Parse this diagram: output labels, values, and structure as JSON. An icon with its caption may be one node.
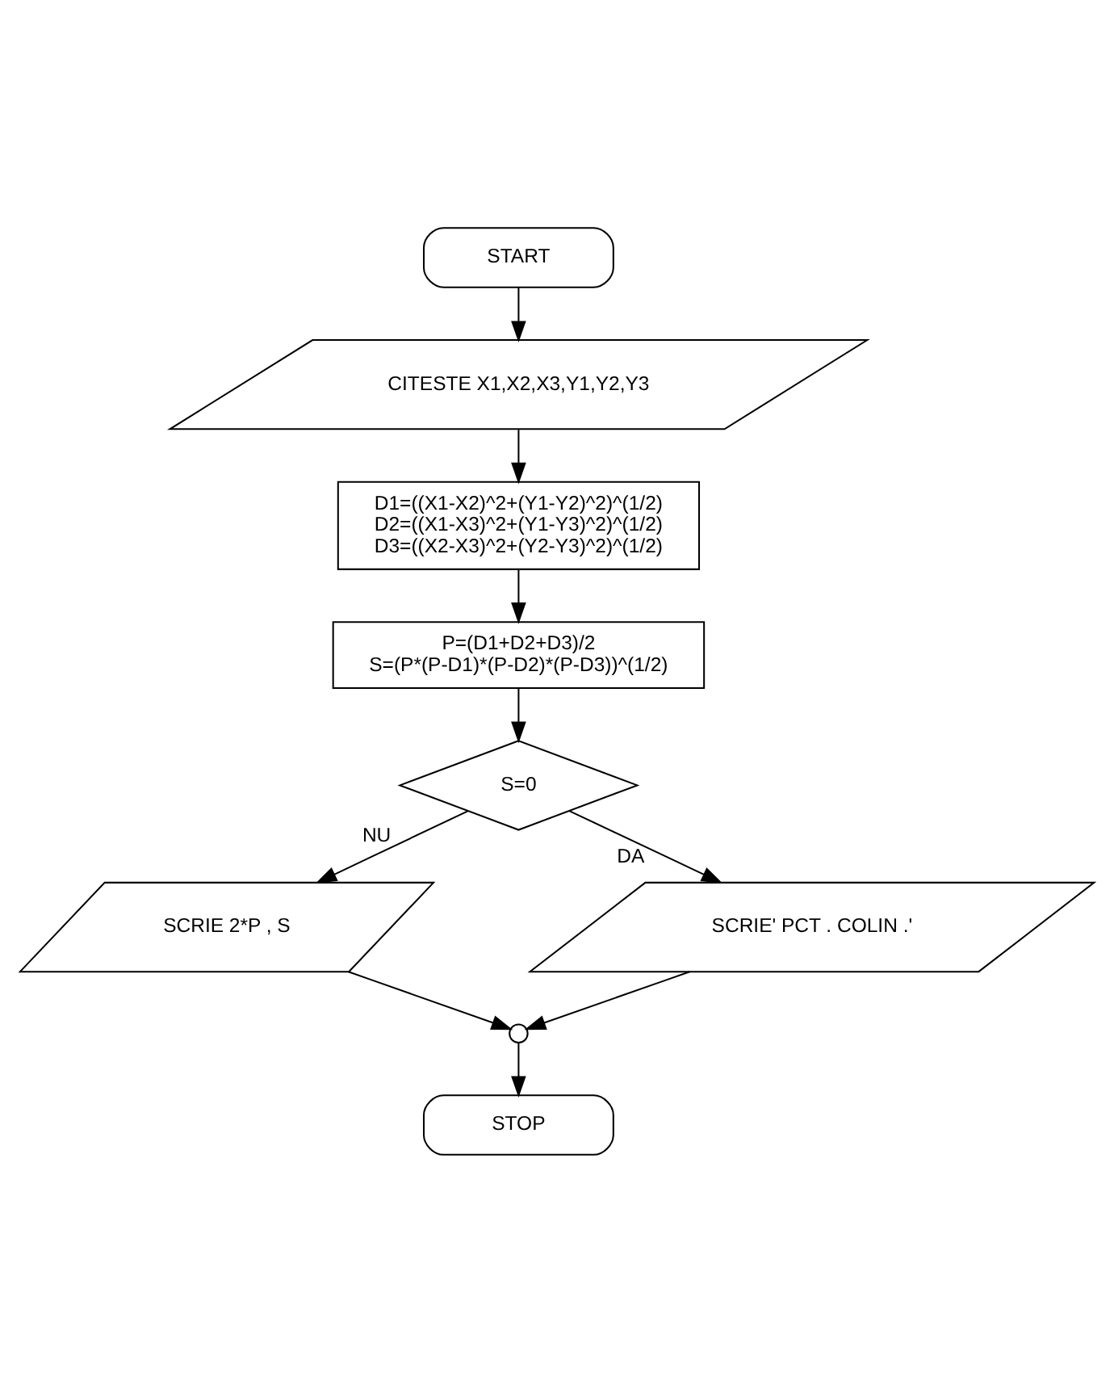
{
  "diagram": {
    "nodes": [
      {
        "text": [
          "START"
        ]
      },
      {
        "text": [
          "CITESTE X1,X2,X3,Y1,Y2,Y3"
        ]
      },
      {
        "text": [
          "D1=((X1-X2)^2+(Y1-Y2)^2)^(1/2)",
          "D2=((X1-X3)^2+(Y1-Y3)^2)^(1/2)",
          "D3=((X2-X3)^2+(Y2-Y3)^2)^(1/2)"
        ]
      },
      {
        "text": [
          "P=(D1+D2+D3)/2",
          "S=(P*(P-D1)*(P-D2)*(P-D3))^(1/2)"
        ]
      },
      {
        "text": [
          "S=0"
        ]
      },
      {
        "text": [
          "SCRIE 2*P , S"
        ]
      },
      {
        "text": [
          "SCRIE' PCT . COLIN .'"
        ]
      },
      {
        "text": [],
        "shape": "circle"
      },
      {
        "text": [
          "STOP"
        ]
      }
    ],
    "edges": [
      {
        "from": 0,
        "to": 1,
        "arrow": "to"
      },
      {
        "from": 1,
        "to": 2,
        "arrow": "to"
      },
      {
        "from": 2,
        "to": 3,
        "arrow": "to"
      },
      {
        "from": 3,
        "to": 4,
        "arrow": "to"
      },
      {
        "from": 4,
        "to": 5,
        "arrow": "to",
        "label": "NU"
      },
      {
        "from": 4,
        "to": 6,
        "arrow": "to",
        "label": "DA"
      },
      {
        "from": 5,
        "to": 7,
        "arrow": "to"
      },
      {
        "from": 6,
        "to": 7,
        "arrow": "to"
      },
      {
        "from": 7,
        "to": 8,
        "arrow": "to"
      }
    ]
  }
}
